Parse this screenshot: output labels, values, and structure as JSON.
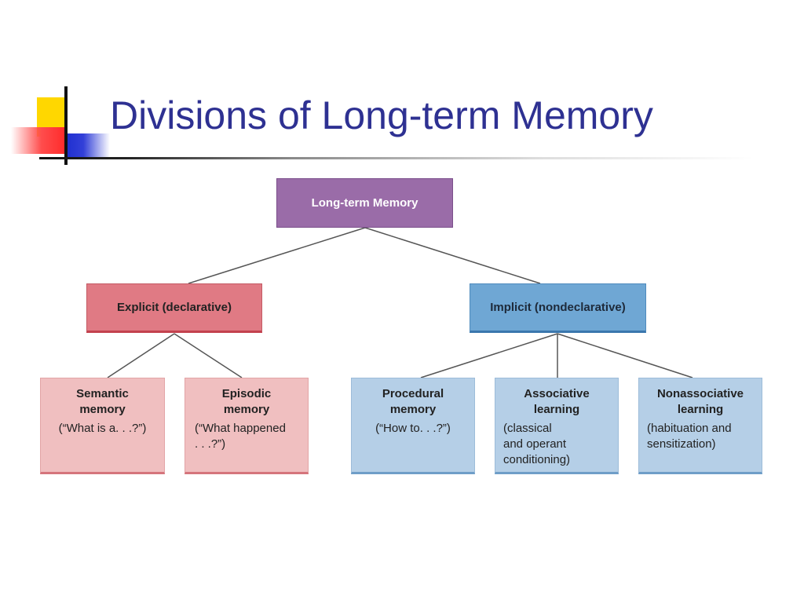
{
  "slide": {
    "title": "Divisions of Long-term Memory"
  },
  "diagram": {
    "root": {
      "label": "Long-term Memory",
      "color": "#9a6ca8"
    },
    "explicit": {
      "label": "Explicit (declarative)",
      "color": "#e07a84"
    },
    "implicit": {
      "label": "Implicit (nondeclarative)",
      "color": "#6fa7d4"
    },
    "leaves": [
      {
        "title": "Semantic\nmemory",
        "desc": "(“What is a. . .?”)",
        "group": "explicit"
      },
      {
        "title": "Episodic\nmemory",
        "desc": "(“What happened\n. . .?”)",
        "group": "explicit"
      },
      {
        "title": "Procedural\nmemory",
        "desc": "(“How to. . .?”)",
        "group": "implicit"
      },
      {
        "title": "Associative\nlearning",
        "desc": "(classical\nand operant\nconditioning)",
        "group": "implicit"
      },
      {
        "title": "Nonassociative\nlearning",
        "desc": "(habituation and\nsensitization)",
        "group": "implicit"
      }
    ]
  },
  "colors": {
    "title": "#2e3192",
    "explicit_leaf": "#f0bfc0",
    "implicit_leaf": "#b5cfe7"
  }
}
